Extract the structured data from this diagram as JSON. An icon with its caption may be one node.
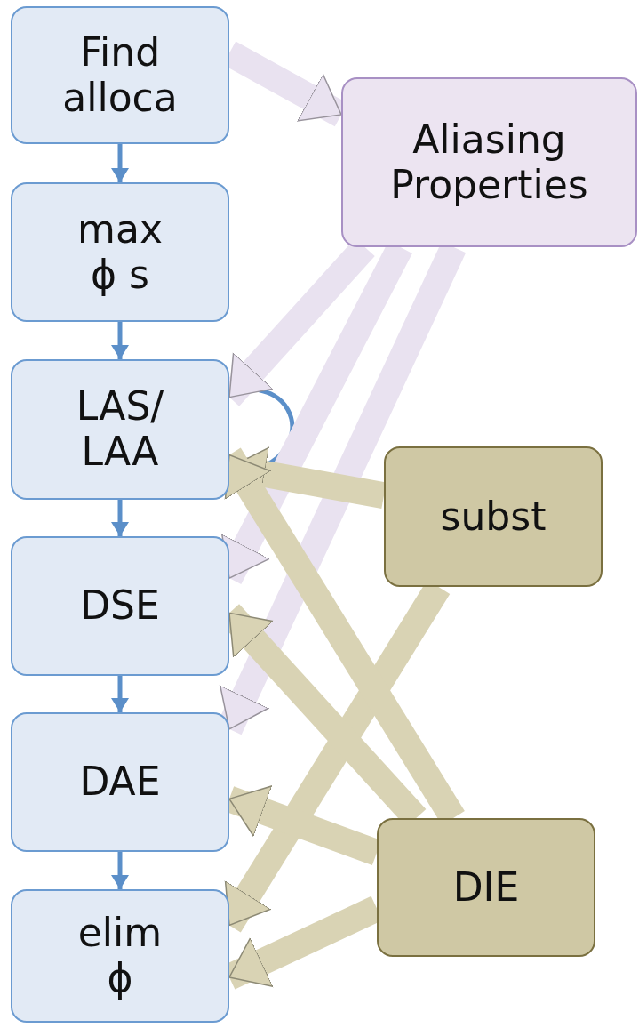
{
  "diagram": {
    "nodes": [
      {
        "text": [
          "Find alloca"
        ]
      },
      {
        "text": [
          "max ϕ s"
        ]
      },
      {
        "text": [
          "LAS/ LAA"
        ]
      },
      {
        "text": [
          "DSE"
        ]
      },
      {
        "text": [
          "DAE"
        ]
      },
      {
        "text": [
          "elim ϕ"
        ]
      },
      {
        "text": [
          "Aliasing Properties"
        ]
      },
      {
        "text": [
          "subst"
        ]
      },
      {
        "text": [
          "DIE"
        ]
      }
    ],
    "edges": [
      {
        "from": 0,
        "to": 1,
        "arrow": "to",
        "color": "#5b8fc9"
      },
      {
        "from": 1,
        "to": 2,
        "arrow": "to",
        "color": "#5b8fc9"
      },
      {
        "from": 2,
        "to": 3,
        "arrow": "to",
        "color": "#5b8fc9"
      },
      {
        "from": 3,
        "to": 4,
        "arrow": "to",
        "color": "#5b8fc9"
      },
      {
        "from": 4,
        "to": 5,
        "arrow": "to",
        "color": "#5b8fc9"
      },
      {
        "from": 2,
        "to": 2,
        "arrow": "to",
        "color": "#5b8fc9"
      },
      {
        "from": 0,
        "to": 6,
        "arrow": "to",
        "color": "#e9e2f0"
      },
      {
        "from": 6,
        "to": 2,
        "arrow": "to",
        "color": "#e9e2f0"
      },
      {
        "from": 6,
        "to": 3,
        "arrow": "to",
        "color": "#e9e2f0"
      },
      {
        "from": 6,
        "to": 4,
        "arrow": "to",
        "color": "#e9e2f0"
      },
      {
        "from": 7,
        "to": 2,
        "arrow": "to",
        "color": "#d9d3b4"
      },
      {
        "from": 7,
        "to": 5,
        "arrow": "to",
        "color": "#d9d3b4"
      },
      {
        "from": 8,
        "to": 2,
        "arrow": "to",
        "color": "#d9d3b4"
      },
      {
        "from": 8,
        "to": 3,
        "arrow": "to",
        "color": "#d9d3b4"
      },
      {
        "from": 8,
        "to": 4,
        "arrow": "to",
        "color": "#d9d3b4"
      },
      {
        "from": 8,
        "to": 5,
        "arrow": "to",
        "color": "#d9d3b4"
      }
    ]
  }
}
